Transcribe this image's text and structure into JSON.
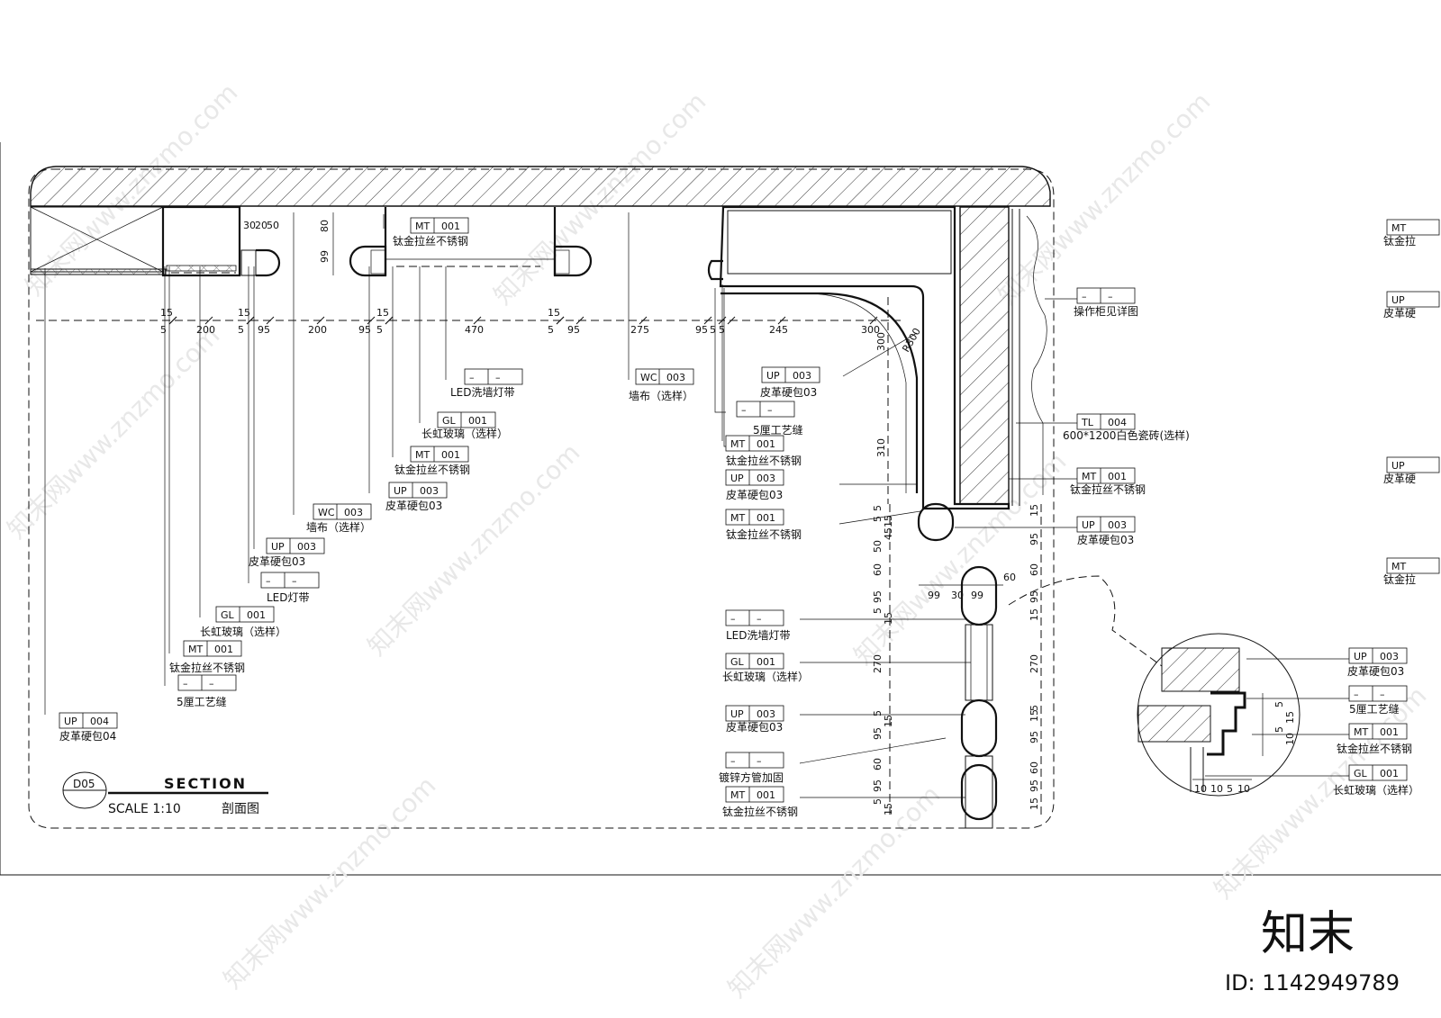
{
  "drawing": {
    "detail_id": "D05",
    "title": "SECTION",
    "scale": "SCALE 1:10",
    "title_cn": "剖面图"
  },
  "watermark": {
    "brand": "知末",
    "site": "znzmo.com",
    "site_cn": "知末网www.znzmo.com",
    "id_label": "ID: 1142949789"
  },
  "tags": {
    "t_mt001_top": {
      "code": "MT",
      "num": "001",
      "note": "钛金拉丝不锈钢"
    },
    "t_led_wash": {
      "code": "–",
      "num": "–",
      "note": "LED洗墙灯带"
    },
    "t_gl001_a": {
      "code": "GL",
      "num": "001",
      "note": "长虹玻璃（选样）"
    },
    "t_mt001_a": {
      "code": "MT",
      "num": "001",
      "note": "钛金拉丝不锈钢"
    },
    "t_up003_a": {
      "code": "UP",
      "num": "003",
      "note": "皮革硬包03"
    },
    "t_wc003_a": {
      "code": "WC",
      "num": "003",
      "note": "墙布（选样）"
    },
    "t_up003_b": {
      "code": "UP",
      "num": "003",
      "note": "皮革硬包03"
    },
    "t_led": {
      "code": "–",
      "num": "–",
      "note": "LED灯带"
    },
    "t_gl001_b": {
      "code": "GL",
      "num": "001",
      "note": "长虹玻璃（选样）"
    },
    "t_mt001_b": {
      "code": "MT",
      "num": "001",
      "note": "钛金拉丝不锈钢"
    },
    "t_5mm_a": {
      "code": "–",
      "num": "–",
      "note": "5厘工艺缝"
    },
    "t_up004": {
      "code": "UP",
      "num": "004",
      "note": "皮革硬包04"
    },
    "t_wc003_b": {
      "code": "WC",
      "num": "003",
      "note": "墙布（选样）"
    },
    "t_up003_c": {
      "code": "UP",
      "num": "003",
      "note": "皮革硬包03"
    },
    "t_5mm_b": {
      "code": "–",
      "num": "–",
      "note": "5厘工艺缝"
    },
    "t_mt001_c": {
      "code": "MT",
      "num": "001",
      "note": "钛金拉丝不锈钢"
    },
    "t_up003_d": {
      "code": "UP",
      "num": "003",
      "note": "皮革硬包03"
    },
    "t_mt001_d": {
      "code": "MT",
      "num": "001",
      "note": "钛金拉丝不锈钢"
    },
    "t_cabinet": {
      "code": "–",
      "num": "–",
      "note": "操作柜见详图"
    },
    "t_tl004": {
      "code": "TL",
      "num": "004",
      "note": "600*1200白色瓷砖(选样)"
    },
    "t_mt001_e": {
      "code": "MT",
      "num": "001",
      "note": "钛金拉丝不锈钢"
    },
    "t_up003_e": {
      "code": "UP",
      "num": "003",
      "note": "皮革硬包03"
    },
    "t_led_wash_b": {
      "code": "–",
      "num": "–",
      "note": "LED洗墙灯带"
    },
    "t_gl001_c": {
      "code": "GL",
      "num": "001",
      "note": "长虹玻璃（选样）"
    },
    "t_up003_f": {
      "code": "UP",
      "num": "003",
      "note": "皮革硬包03"
    },
    "t_steel": {
      "code": "–",
      "num": "–",
      "note": "镀锌方管加固"
    },
    "t_mt001_f": {
      "code": "MT",
      "num": "001",
      "note": "钛金拉丝不锈钢"
    },
    "t_up003_g": {
      "code": "UP",
      "num": "003",
      "note": "皮革硬包03"
    },
    "t_5mm_c": {
      "code": "–",
      "num": "–",
      "note": "5厘工艺缝"
    },
    "t_mt001_g": {
      "code": "MT",
      "num": "001",
      "note": "钛金拉丝不锈钢"
    },
    "t_gl001_d": {
      "code": "GL",
      "num": "001",
      "note": "长虹玻璃（选样）"
    },
    "t_edge_mt1": {
      "code": "MT",
      "num": "",
      "note": "钛金拉"
    },
    "t_edge_up1": {
      "code": "UP",
      "num": "",
      "note": "皮革硬"
    },
    "t_edge_up2": {
      "code": "UP",
      "num": "",
      "note": "皮革硬"
    },
    "t_edge_mt2": {
      "code": "MT",
      "num": "",
      "note": "钛金拉"
    }
  },
  "dims": {
    "horizontal": [
      "15",
      "5",
      "200",
      "15",
      "5",
      "95",
      "200",
      "95",
      "15",
      "5",
      "470",
      "15",
      "5",
      "95",
      "275",
      "95",
      "5",
      "5",
      "245",
      "300"
    ],
    "top_small": [
      "30",
      "20",
      "50"
    ],
    "top_vertical": [
      "80",
      "99"
    ],
    "radius": "R300",
    "right_vertical": [
      "300",
      "310"
    ],
    "column_left": [
      "5",
      "5",
      "15",
      "45",
      "50",
      "60",
      "95",
      "5",
      "15",
      "270",
      "5",
      "15",
      "95",
      "60",
      "95",
      "5",
      "15"
    ],
    "column_right": [
      "15",
      "95",
      "60",
      "95",
      "15",
      "270",
      "5",
      "15",
      "95",
      "60",
      "95",
      "15"
    ],
    "column_top": [
      "99",
      "30",
      "99",
      "60"
    ],
    "detail_bottom": [
      "10",
      "10",
      "5",
      "10"
    ],
    "detail_side": [
      "5",
      "15",
      "10",
      "5"
    ]
  }
}
